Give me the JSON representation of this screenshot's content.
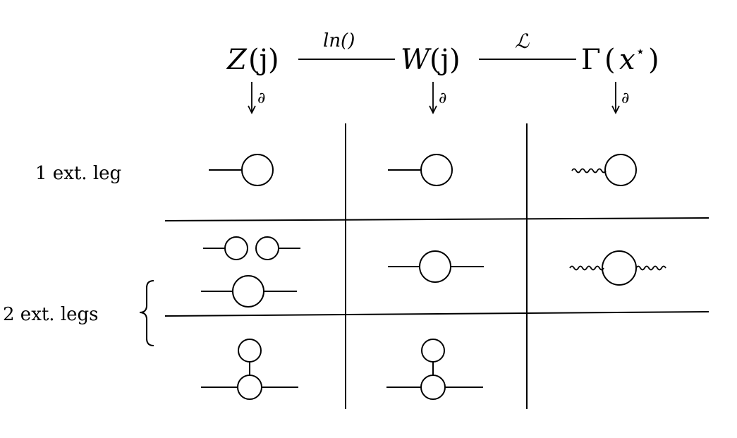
{
  "header": {
    "z_symbol": "Z",
    "z_arg": "(j)",
    "ln_label": "ln()",
    "w_symbol": "W",
    "w_arg": "(j)",
    "legendre_label": "ℒ",
    "gamma_symbol": "Γ",
    "gamma_arg_open": "(",
    "gamma_arg_var": "x",
    "gamma_arg_star": "⋆",
    "gamma_arg_close": ")",
    "partial_symbol": "∂"
  },
  "rows": {
    "one_leg_label": "1 ext. leg",
    "two_legs_label": "2 ext. legs"
  }
}
